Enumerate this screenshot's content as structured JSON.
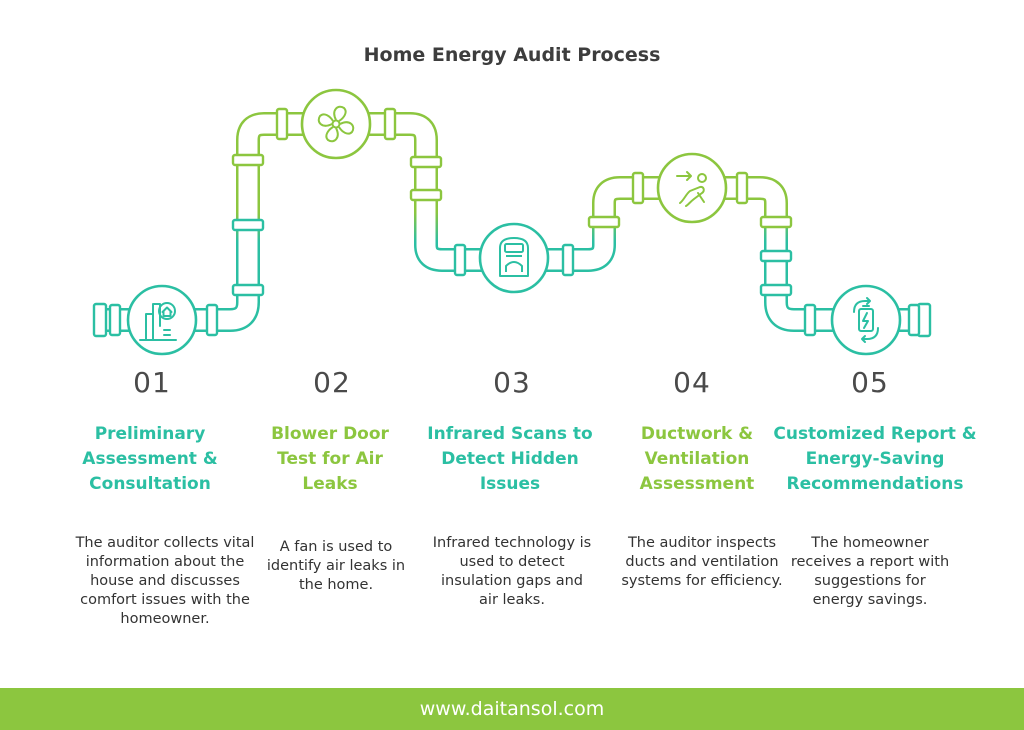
{
  "title": "Home Energy Audit Process",
  "colors": {
    "teal": "#2bbfa3",
    "green": "#8cc63f",
    "footer_bg": "#8cc63f",
    "text": "#333333"
  },
  "steps": [
    {
      "number": "01",
      "title": "Preliminary Assessment & Consultation",
      "description": "The auditor collects vital information about the house and discusses comfort issues with the homeowner.",
      "icon": "city-house-icon",
      "accent": "teal"
    },
    {
      "number": "02",
      "title": "Blower Door Test for Air Leaks",
      "description": "A fan is used to identify air leaks in the home.",
      "icon": "fan-icon",
      "accent": "green"
    },
    {
      "number": "03",
      "title": "Infrared Scans to Detect Hidden Issues",
      "description": "Infrared technology is used to detect insulation gaps and air leaks.",
      "icon": "infrared-scanner-icon",
      "accent": "teal"
    },
    {
      "number": "04",
      "title": "Ductwork & Ventilation Assessment",
      "description": "The auditor inspects ducts and ventilation systems for efficiency.",
      "icon": "ventilation-airflow-icon",
      "accent": "green"
    },
    {
      "number": "05",
      "title": "Customized Report & Energy-Saving Recommendations",
      "description": "The homeowner receives a report with suggestions for energy savings.",
      "icon": "battery-recycle-icon",
      "accent": "teal"
    }
  ],
  "footer": {
    "url": "www.daitansol.com"
  }
}
